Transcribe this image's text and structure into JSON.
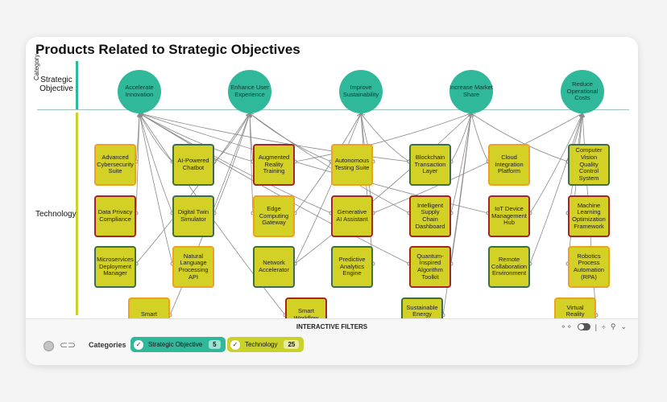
{
  "title": "Products Related to Strategic Objectives",
  "category_axis_label": "Category",
  "rows": [
    {
      "label": "Strategic Objective"
    },
    {
      "label": "Technology"
    }
  ],
  "objectives": [
    {
      "label": "Accelerate Innovation"
    },
    {
      "label": "Enhance User Experience"
    },
    {
      "label": "Improve Sustainability"
    },
    {
      "label": "Increase Market Share"
    },
    {
      "label": "Reduce Operational Costs"
    }
  ],
  "technologies": [
    {
      "label": "Advanced Cybersecurity Suite",
      "border": "orange"
    },
    {
      "label": "AI-Powered Chatbot",
      "border": "green"
    },
    {
      "label": "Augmented Reality Training",
      "border": "red"
    },
    {
      "label": "Autonomous Testing Suite",
      "border": "orange"
    },
    {
      "label": "Blockchain Transaction Layer",
      "border": "green"
    },
    {
      "label": "Cloud Integration Platform",
      "border": "orange"
    },
    {
      "label": "Computer Vision Quality Control System",
      "border": "green"
    },
    {
      "label": "Data Privacy Compliance",
      "border": "red"
    },
    {
      "label": "Digital Twin Simulator",
      "border": "green"
    },
    {
      "label": "Edge Computing Gateway",
      "border": "orange"
    },
    {
      "label": "Generative AI Assistant",
      "border": "red"
    },
    {
      "label": "Intelligent Supply Chain Dashboard",
      "border": "red"
    },
    {
      "label": "IoT Device Management Hub",
      "border": "red"
    },
    {
      "label": "Machine Learning Optimization Framework",
      "border": "red"
    },
    {
      "label": "Microservices Deployment Manager",
      "border": "green"
    },
    {
      "label": "Natural Language Processing API",
      "border": "orange"
    },
    {
      "label": "Network Accelerator",
      "border": "green"
    },
    {
      "label": "Predictive Analytics Engine",
      "border": "green"
    },
    {
      "label": "Quantum-Inspired Algorithm Toolkit",
      "border": "red"
    },
    {
      "label": "Remote Collaboration Environment",
      "border": "green"
    },
    {
      "label": "Robotics Process Automation (RPA)",
      "border": "orange"
    },
    {
      "label": "Smart Sensor Grid",
      "border": "orange"
    },
    {
      "label": "Smart Workflow Automation",
      "border": "red"
    },
    {
      "label": "Sustainable Energy Monitoring Platform",
      "border": "green"
    },
    {
      "label": "Virtual Reality Prototyping Lab",
      "border": "orange"
    }
  ],
  "colors": {
    "objective_fill": "#2fb89a",
    "tech_fill": "#d3d126",
    "border_green": "#3c6e4a",
    "border_red": "#a52525",
    "border_orange": "#f0a020",
    "edge": "#8a8a8a"
  },
  "footer": {
    "title": "INTERACTIVE FILTERS",
    "categories_label": "Categories",
    "chips": [
      {
        "label": "Strategic Objective",
        "count": "5",
        "color": "#2fb89a"
      },
      {
        "label": "Technology",
        "count": "25",
        "color": "#c9d12a"
      }
    ]
  }
}
